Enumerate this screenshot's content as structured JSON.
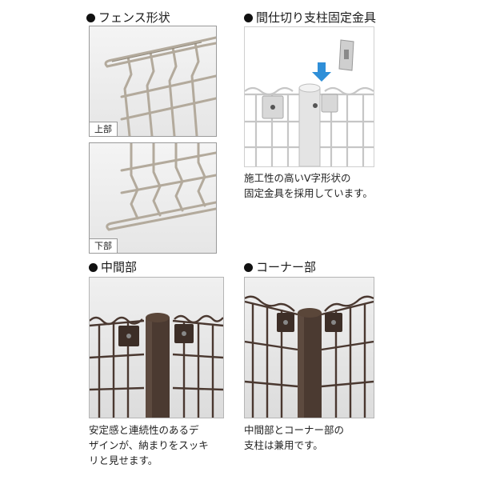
{
  "sections": {
    "fence_shape": {
      "title": "フェンス形状",
      "top_label": "上部",
      "bottom_label": "下部"
    },
    "bracket": {
      "title": "間仕切り支柱固定金具",
      "caption_lines": [
        "施工性の高いV字形状の",
        "固定金具を採用しています。"
      ]
    },
    "middle": {
      "title": "中間部",
      "caption_lines": [
        "安定感と連続性のあるデ",
        "ザインが、納まりをスッキ",
        "リと見せます。"
      ]
    },
    "corner": {
      "title": "コーナー部",
      "caption_lines": [
        "中間部とコーナー部の",
        "支柱は兼用です。"
      ]
    }
  },
  "colors": {
    "silver_wire": "#b3aa9c",
    "dark_wire": "#4a3830",
    "post_brown": "#4b3a31",
    "arrow_blue": "#2f8fd8"
  }
}
